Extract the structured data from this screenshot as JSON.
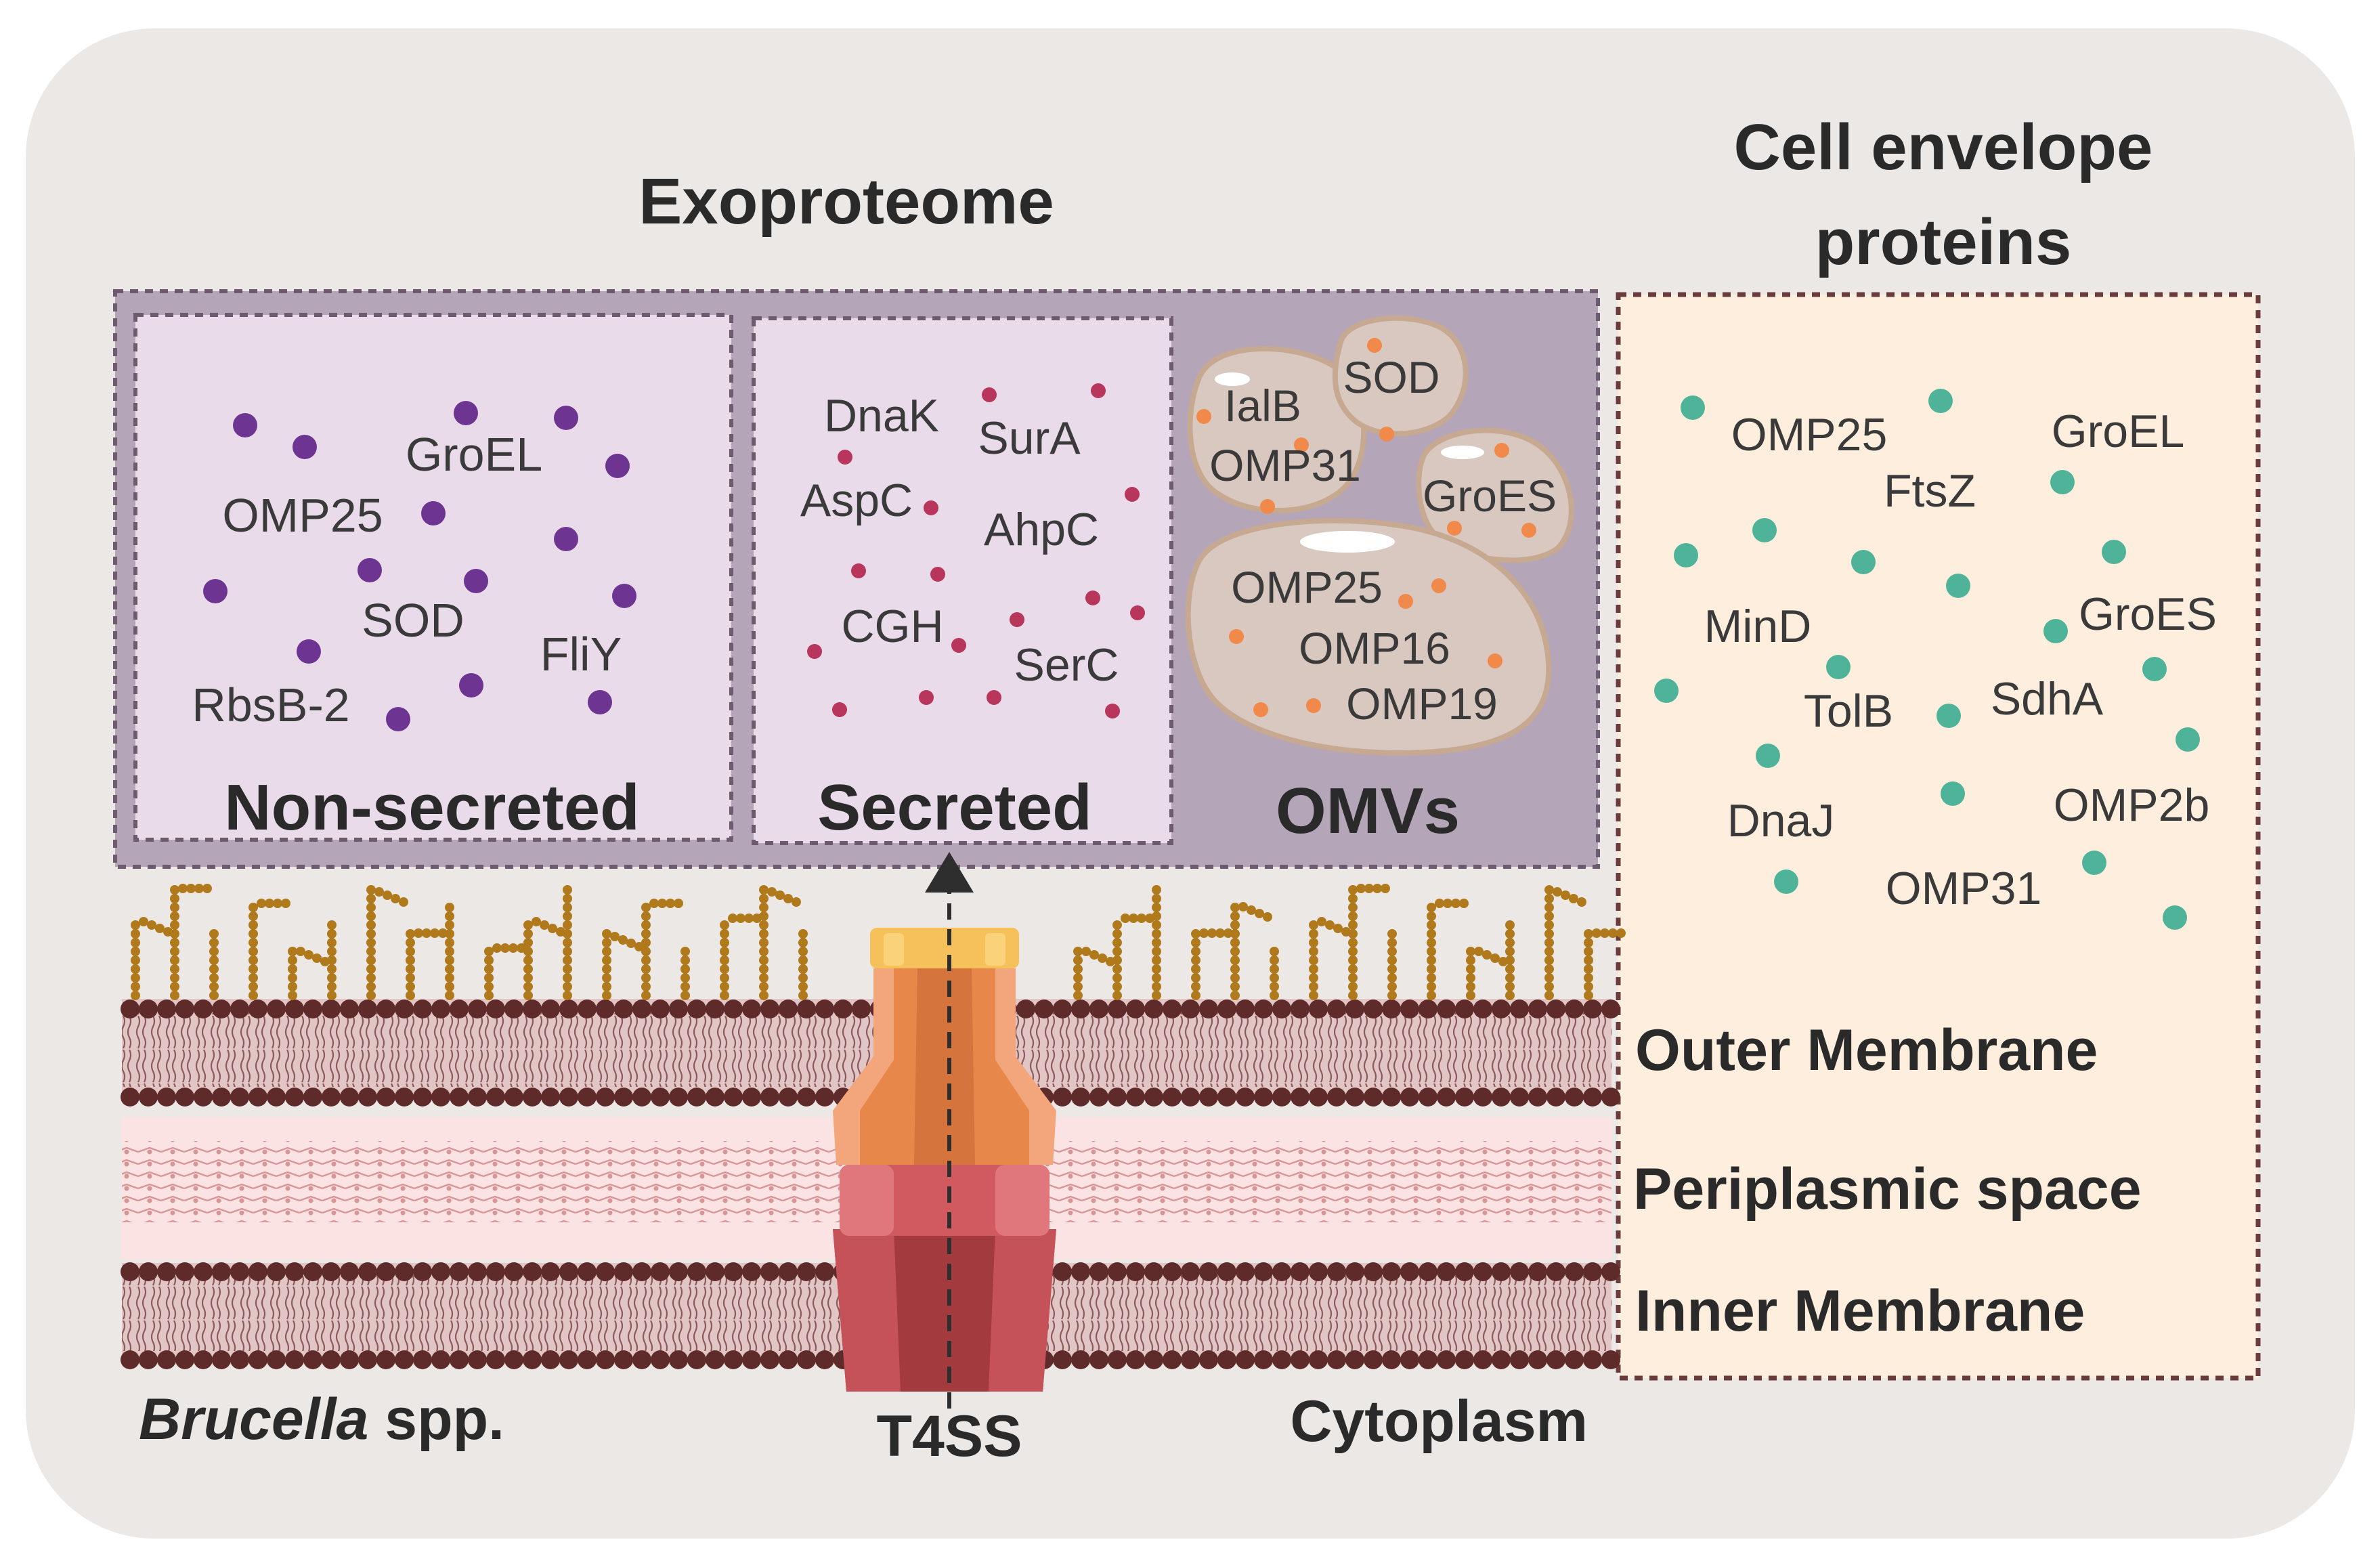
{
  "titles": {
    "exoproteome": "Exoproteome",
    "cell_envelope_line1": "Cell envelope",
    "cell_envelope_line2": "proteins"
  },
  "panels": {
    "non_secreted": {
      "title": "Non-secreted",
      "proteins": [
        "GroEL",
        "OMP25",
        "SOD",
        "FliY",
        "RbsB-2"
      ]
    },
    "secreted": {
      "title": "Secreted",
      "proteins": [
        "DnaK",
        "SurA",
        "AspC",
        "AhpC",
        "CGH",
        "SerC"
      ]
    },
    "omvs": {
      "title": "OMVs",
      "vesicles": [
        [
          "IalB",
          "OMP31"
        ],
        [
          "SOD"
        ],
        [
          "GroES"
        ],
        [
          "OMP25",
          "OMP16",
          "OMP19"
        ]
      ]
    },
    "cell_envelope": {
      "proteins": [
        "OMP25",
        "GroEL",
        "FtsZ",
        "MinD",
        "GroES",
        "TolB",
        "SdhA",
        "DnaJ",
        "OMP2b",
        "OMP31"
      ]
    }
  },
  "membrane": {
    "outer": "Outer Membrane",
    "periplasm": "Periplasmic space",
    "inner": "Inner Membrane",
    "cytoplasm": "Cytoplasm",
    "organism_italic": "Brucella",
    "organism_suffix": " spp.",
    "secretion_system": "T4SS"
  },
  "colors": {
    "background": "#ece8e6",
    "exo_panel": "#b4a6b8",
    "inner_box": "#eadbea",
    "envelope_box": "#fdeedd",
    "purple_dot": "#6d3591",
    "pink_dot": "#b8355c",
    "orange_dot": "#f0894a",
    "teal_dot": "#4fb39a",
    "lipid_head": "#5e2a2a",
    "lps": "#b07a1c"
  }
}
